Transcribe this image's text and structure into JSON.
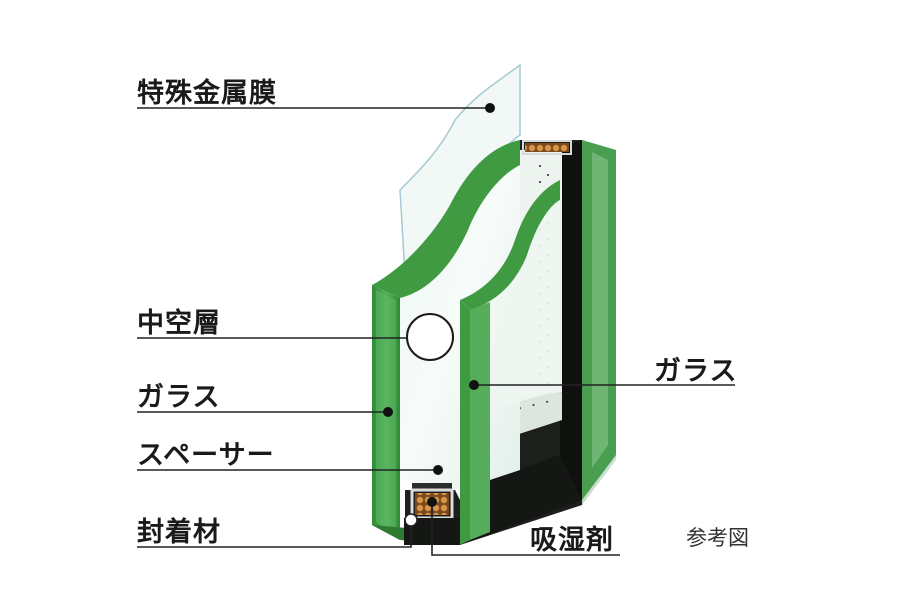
{
  "labels": {
    "metal_film": "特殊金属膜",
    "hollow_layer": "中空層",
    "glass_left": "ガラス",
    "spacer": "スペーサー",
    "sealant": "封着材",
    "desiccant": "吸湿剤",
    "glass_right": "ガラス"
  },
  "note": "参考図",
  "colors": {
    "glass_edge": "#3f9a42",
    "glass_edge_dark": "#2e7a32",
    "spacer_frame": "#1c1f1c",
    "desiccant": "#c9833a",
    "leader": "#222222"
  }
}
